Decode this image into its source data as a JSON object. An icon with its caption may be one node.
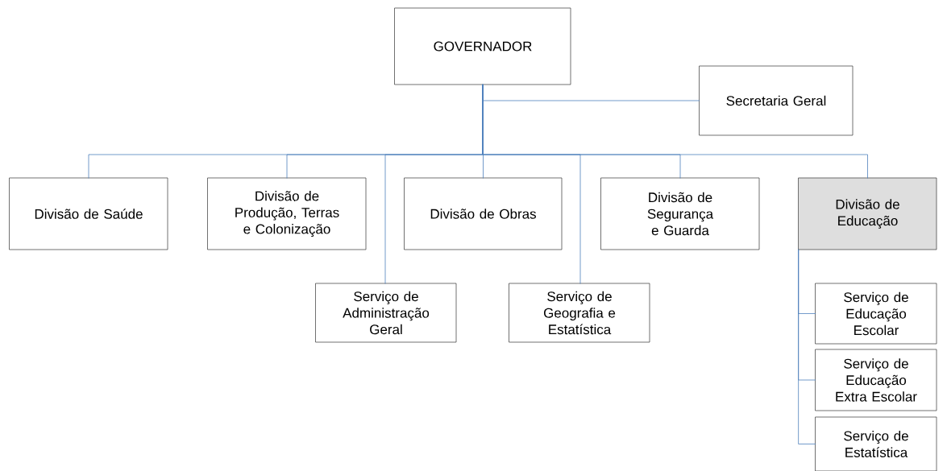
{
  "diagram": {
    "nodes": [
      {
        "text": [
          "GOVERNADOR"
        ]
      },
      {
        "text": [
          "Secretaria Geral"
        ]
      },
      {
        "text": [
          "Divisão de Saúde"
        ]
      },
      {
        "text": [
          "Divisão de Produção, Terras e Colonização"
        ]
      },
      {
        "text": [
          "Divisão de Obras"
        ]
      },
      {
        "text": [
          "Divisão de Segurança e Guarda"
        ]
      },
      {
        "text": [
          "Divisão de Educação"
        ]
      },
      {
        "text": [
          "Serviço de Administração Geral"
        ]
      },
      {
        "text": [
          "Serviço de Geografia e Estatística"
        ]
      },
      {
        "text": [
          "Serviço de Educação Escolar"
        ]
      },
      {
        "text": [
          "Serviço de Educação Extra Escolar"
        ]
      },
      {
        "text": [
          "Serviço de Estatística"
        ]
      }
    ],
    "edges": [
      {
        "from": 0,
        "to": 1,
        "arrow": "none"
      },
      {
        "from": 0,
        "to": 2,
        "arrow": "none"
      },
      {
        "from": 0,
        "to": 3,
        "arrow": "none"
      },
      {
        "from": 0,
        "to": 7,
        "arrow": "none"
      },
      {
        "from": 0,
        "to": 4,
        "arrow": "none"
      },
      {
        "from": 0,
        "to": 8,
        "arrow": "none"
      },
      {
        "from": 0,
        "to": 5,
        "arrow": "none"
      },
      {
        "from": 0,
        "to": 6,
        "arrow": "none"
      },
      {
        "from": 6,
        "to": 9,
        "arrow": "none"
      },
      {
        "from": 6,
        "to": 10,
        "arrow": "none"
      },
      {
        "from": 6,
        "to": 11,
        "arrow": "none"
      }
    ]
  }
}
